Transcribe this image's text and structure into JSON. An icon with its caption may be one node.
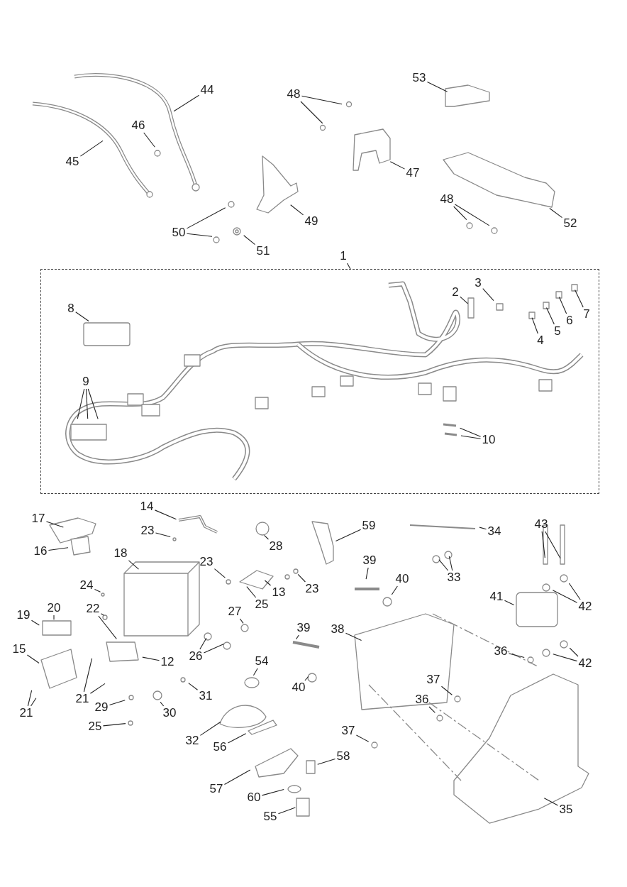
{
  "diagram": {
    "nodes": [
      {
        "text": [
          "44"
        ]
      },
      {
        "text": [
          "46"
        ]
      },
      {
        "text": [
          "45"
        ]
      },
      {
        "text": [
          "48"
        ]
      },
      {
        "text": [
          "53"
        ]
      },
      {
        "text": [
          "47"
        ]
      },
      {
        "text": [
          "49"
        ]
      },
      {
        "text": [
          "48"
        ]
      },
      {
        "text": [
          "50"
        ]
      },
      {
        "text": [
          "51"
        ]
      },
      {
        "text": [
          "52"
        ]
      },
      {
        "text": [
          "1"
        ]
      },
      {
        "text": [],
        "shape": "box"
      },
      {
        "text": [
          "2"
        ],
        "in": 12
      },
      {
        "text": [
          "3"
        ],
        "in": 12
      },
      {
        "text": [
          "8"
        ],
        "in": 12
      },
      {
        "text": [
          "4"
        ],
        "in": 12
      },
      {
        "text": [
          "5"
        ],
        "in": 12
      },
      {
        "text": [
          "6"
        ],
        "in": 12
      },
      {
        "text": [
          "7"
        ],
        "in": 12
      },
      {
        "text": [
          "9"
        ],
        "in": 12
      },
      {
        "text": [
          "10"
        ],
        "in": 12
      },
      {
        "text": [
          "17"
        ]
      },
      {
        "text": [
          "14"
        ]
      },
      {
        "text": [
          "23"
        ]
      },
      {
        "text": [
          "28"
        ]
      },
      {
        "text": [
          "59"
        ]
      },
      {
        "text": [
          "34"
        ]
      },
      {
        "text": [
          "43"
        ]
      },
      {
        "text": [
          "16"
        ]
      },
      {
        "text": [
          "18"
        ]
      },
      {
        "text": [
          "39"
        ]
      },
      {
        "text": [
          "40"
        ]
      },
      {
        "text": [
          "23"
        ]
      },
      {
        "text": [
          "25"
        ]
      },
      {
        "text": [
          "13"
        ]
      },
      {
        "text": [
          "23"
        ]
      },
      {
        "text": [
          "33"
        ]
      },
      {
        "text": [
          "41"
        ]
      },
      {
        "text": [
          "42"
        ]
      },
      {
        "text": [
          "24"
        ]
      },
      {
        "text": [
          "22"
        ]
      },
      {
        "text": [
          "27"
        ]
      },
      {
        "text": [
          "20"
        ]
      },
      {
        "text": [
          "19"
        ]
      },
      {
        "text": [
          "39"
        ]
      },
      {
        "text": [
          "38"
        ]
      },
      {
        "text": [
          "26"
        ]
      },
      {
        "text": [
          "15"
        ]
      },
      {
        "text": [
          "12"
        ]
      },
      {
        "text": [
          "36"
        ]
      },
      {
        "text": [
          "42"
        ]
      },
      {
        "text": [
          "54"
        ]
      },
      {
        "text": [
          "21"
        ]
      },
      {
        "text": [
          "37"
        ]
      },
      {
        "text": [
          "31"
        ]
      },
      {
        "text": [
          "40"
        ]
      },
      {
        "text": [
          "36"
        ]
      },
      {
        "text": [
          "21"
        ]
      },
      {
        "text": [
          "29"
        ]
      },
      {
        "text": [
          "30"
        ]
      },
      {
        "text": [
          "25"
        ]
      },
      {
        "text": [
          "32"
        ]
      },
      {
        "text": [
          "56"
        ]
      },
      {
        "text": [
          "37"
        ]
      },
      {
        "text": [
          "58"
        ]
      },
      {
        "text": [
          "57"
        ]
      },
      {
        "text": [
          "60"
        ]
      },
      {
        "text": [
          "35"
        ]
      },
      {
        "text": [
          "55"
        ]
      }
    ],
    "edges": [
      {
        "from": 0,
        "to": null,
        "arrow": "none"
      },
      {
        "from": 1,
        "to": null,
        "arrow": "none"
      },
      {
        "from": 2,
        "to": null,
        "arrow": "none"
      },
      {
        "from": 3,
        "to": null,
        "arrow": "none"
      },
      {
        "from": 3,
        "to": null,
        "arrow": "none"
      },
      {
        "from": 4,
        "to": null,
        "arrow": "none"
      },
      {
        "from": 5,
        "to": null,
        "arrow": "none"
      },
      {
        "from": 6,
        "to": null,
        "arrow": "none"
      },
      {
        "from": 7,
        "to": null,
        "arrow": "none"
      },
      {
        "from": 7,
        "to": null,
        "arrow": "none"
      },
      {
        "from": 8,
        "to": null,
        "arrow": "none"
      },
      {
        "from": 8,
        "to": null,
        "arrow": "none"
      },
      {
        "from": 9,
        "to": null,
        "arrow": "none"
      },
      {
        "from": 10,
        "to": null,
        "arrow": "none"
      },
      {
        "from": 11,
        "to": 12,
        "arrow": "none"
      },
      {
        "from": 13,
        "to": null,
        "arrow": "none"
      },
      {
        "from": 14,
        "to": null,
        "arrow": "none"
      },
      {
        "from": 15,
        "to": null,
        "arrow": "none"
      },
      {
        "from": 16,
        "to": null,
        "arrow": "none"
      },
      {
        "from": 17,
        "to": null,
        "arrow": "none"
      },
      {
        "from": 18,
        "to": null,
        "arrow": "none"
      },
      {
        "from": 19,
        "to": null,
        "arrow": "none"
      },
      {
        "from": 20,
        "to": null,
        "arrow": "none"
      },
      {
        "from": 20,
        "to": null,
        "arrow": "none"
      },
      {
        "from": 20,
        "to": null,
        "arrow": "none"
      },
      {
        "from": 21,
        "to": null,
        "arrow": "none"
      },
      {
        "from": 21,
        "to": null,
        "arrow": "none"
      },
      {
        "from": 22,
        "to": null,
        "arrow": "none"
      },
      {
        "from": 23,
        "to": null,
        "arrow": "none"
      },
      {
        "from": 24,
        "to": null,
        "arrow": "none"
      },
      {
        "from": 25,
        "to": null,
        "arrow": "none"
      },
      {
        "from": 26,
        "to": null,
        "arrow": "none"
      },
      {
        "from": 27,
        "to": null,
        "arrow": "none"
      },
      {
        "from": 28,
        "to": null,
        "arrow": "none"
      },
      {
        "from": 28,
        "to": null,
        "arrow": "none"
      },
      {
        "from": 29,
        "to": null,
        "arrow": "none"
      },
      {
        "from": 30,
        "to": null,
        "arrow": "none"
      },
      {
        "from": 31,
        "to": null,
        "arrow": "none"
      },
      {
        "from": 32,
        "to": null,
        "arrow": "none"
      },
      {
        "from": 33,
        "to": null,
        "arrow": "none"
      },
      {
        "from": 34,
        "to": null,
        "arrow": "none"
      },
      {
        "from": 35,
        "to": null,
        "arrow": "none"
      },
      {
        "from": 36,
        "to": null,
        "arrow": "none"
      },
      {
        "from": 37,
        "to": null,
        "arrow": "none"
      },
      {
        "from": 37,
        "to": null,
        "arrow": "none"
      },
      {
        "from": 38,
        "to": null,
        "arrow": "none"
      },
      {
        "from": 39,
        "to": null,
        "arrow": "none"
      },
      {
        "from": 39,
        "to": null,
        "arrow": "none"
      },
      {
        "from": 40,
        "to": null,
        "arrow": "none"
      },
      {
        "from": 41,
        "to": null,
        "arrow": "none"
      },
      {
        "from": 41,
        "to": null,
        "arrow": "none"
      },
      {
        "from": 42,
        "to": null,
        "arrow": "none"
      },
      {
        "from": 43,
        "to": null,
        "arrow": "none"
      },
      {
        "from": 44,
        "to": null,
        "arrow": "none"
      },
      {
        "from": 45,
        "to": null,
        "arrow": "none"
      },
      {
        "from": 46,
        "to": null,
        "arrow": "none"
      },
      {
        "from": 47,
        "to": null,
        "arrow": "none"
      },
      {
        "from": 47,
        "to": null,
        "arrow": "none"
      },
      {
        "from": 48,
        "to": null,
        "arrow": "none"
      },
      {
        "from": 49,
        "to": null,
        "arrow": "none"
      },
      {
        "from": 50,
        "to": null,
        "arrow": "none"
      },
      {
        "from": 51,
        "to": null,
        "arrow": "none"
      },
      {
        "from": 51,
        "to": null,
        "arrow": "none"
      },
      {
        "from": 52,
        "to": null,
        "arrow": "none"
      },
      {
        "from": 53,
        "to": null,
        "arrow": "none"
      },
      {
        "from": 53,
        "to": null,
        "arrow": "none"
      },
      {
        "from": 54,
        "to": null,
        "arrow": "none"
      },
      {
        "from": 55,
        "to": null,
        "arrow": "none"
      },
      {
        "from": 56,
        "to": null,
        "arrow": "none"
      },
      {
        "from": 57,
        "to": null,
        "arrow": "none"
      },
      {
        "from": 58,
        "to": null,
        "arrow": "none"
      },
      {
        "from": 58,
        "to": null,
        "arrow": "none"
      },
      {
        "from": 59,
        "to": null,
        "arrow": "none"
      },
      {
        "from": 60,
        "to": null,
        "arrow": "none"
      },
      {
        "from": 61,
        "to": null,
        "arrow": "none"
      },
      {
        "from": 62,
        "to": null,
        "arrow": "none"
      },
      {
        "from": 63,
        "to": null,
        "arrow": "none"
      },
      {
        "from": 64,
        "to": null,
        "arrow": "none"
      },
      {
        "from": 65,
        "to": null,
        "arrow": "none"
      },
      {
        "from": 66,
        "to": null,
        "arrow": "none"
      },
      {
        "from": 67,
        "to": null,
        "arrow": "none"
      },
      {
        "from": 68,
        "to": null,
        "arrow": "none"
      },
      {
        "from": 69,
        "to": null,
        "arrow": "none"
      }
    ]
  }
}
